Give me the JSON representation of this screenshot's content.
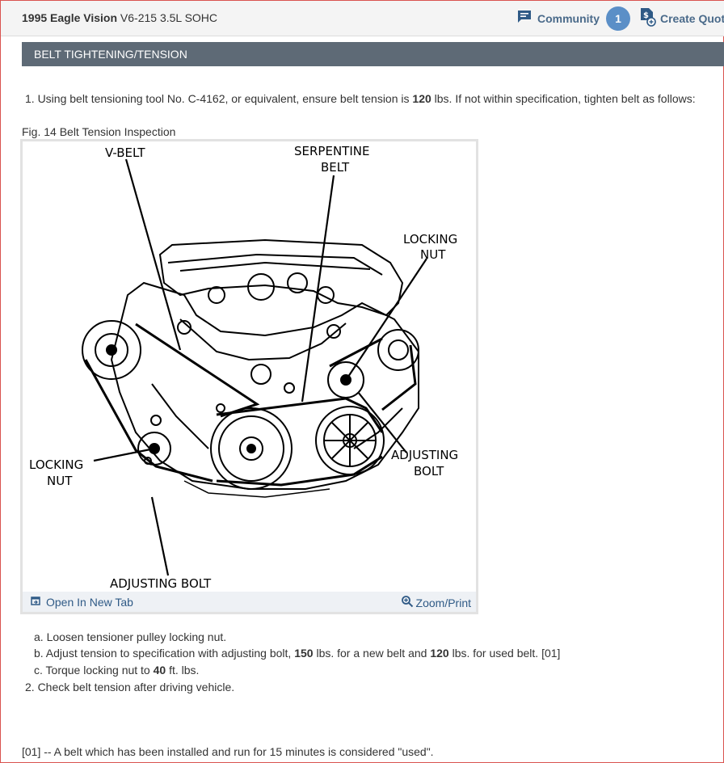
{
  "topbar": {
    "vehicle_bold": "1995 Eagle Vision",
    "vehicle_rest": " V6-215 3.5L SOHC",
    "community_label": "Community",
    "community_count": "1",
    "create_quote_label": "Create Quote",
    "community_icon": "chat-bubble-icon",
    "quote_icon": "dollar-document-icon"
  },
  "section_title": "BELT TIGHTENING/TENSION",
  "step1": {
    "prefix": "1. Using belt tensioning tool No. C-4162, or equivalent, ensure belt tension is ",
    "value": "120",
    "suffix": " lbs. If not within specification, tighten belt as follows:"
  },
  "figure": {
    "caption": "Fig. 14 Belt Tension Inspection",
    "labels": {
      "v_belt": "V-BELT",
      "serpentine_1": "SERPENTINE",
      "serpentine_2": "BELT",
      "locking_nut_right_1": "LOCKING",
      "locking_nut_right_2": "NUT",
      "adjusting_bolt_right_1": "ADJUSTING",
      "adjusting_bolt_right_2": "BOLT",
      "locking_nut_left_1": "LOCKING",
      "locking_nut_left_2": "NUT",
      "adjusting_bolt_bottom": "ADJUSTING BOLT"
    },
    "open_new_tab": "Open In New Tab",
    "zoom_print": "Zoom/Print"
  },
  "substeps": {
    "a": "a. Loosen tensioner pulley locking nut.",
    "b_prefix": "b. Adjust tension to specification with adjusting bolt, ",
    "b_new": "150",
    "b_mid": " lbs. for a new belt and ",
    "b_used": "120",
    "b_suffix": " lbs. for used belt. [01]",
    "c_prefix": "c. Torque locking nut to ",
    "c_value": "40",
    "c_suffix": " ft. lbs."
  },
  "step2": "2. Check belt tension after driving vehicle.",
  "footnote": "[01] -- A belt which has been installed and run for 15 minutes is considered \"used\"."
}
